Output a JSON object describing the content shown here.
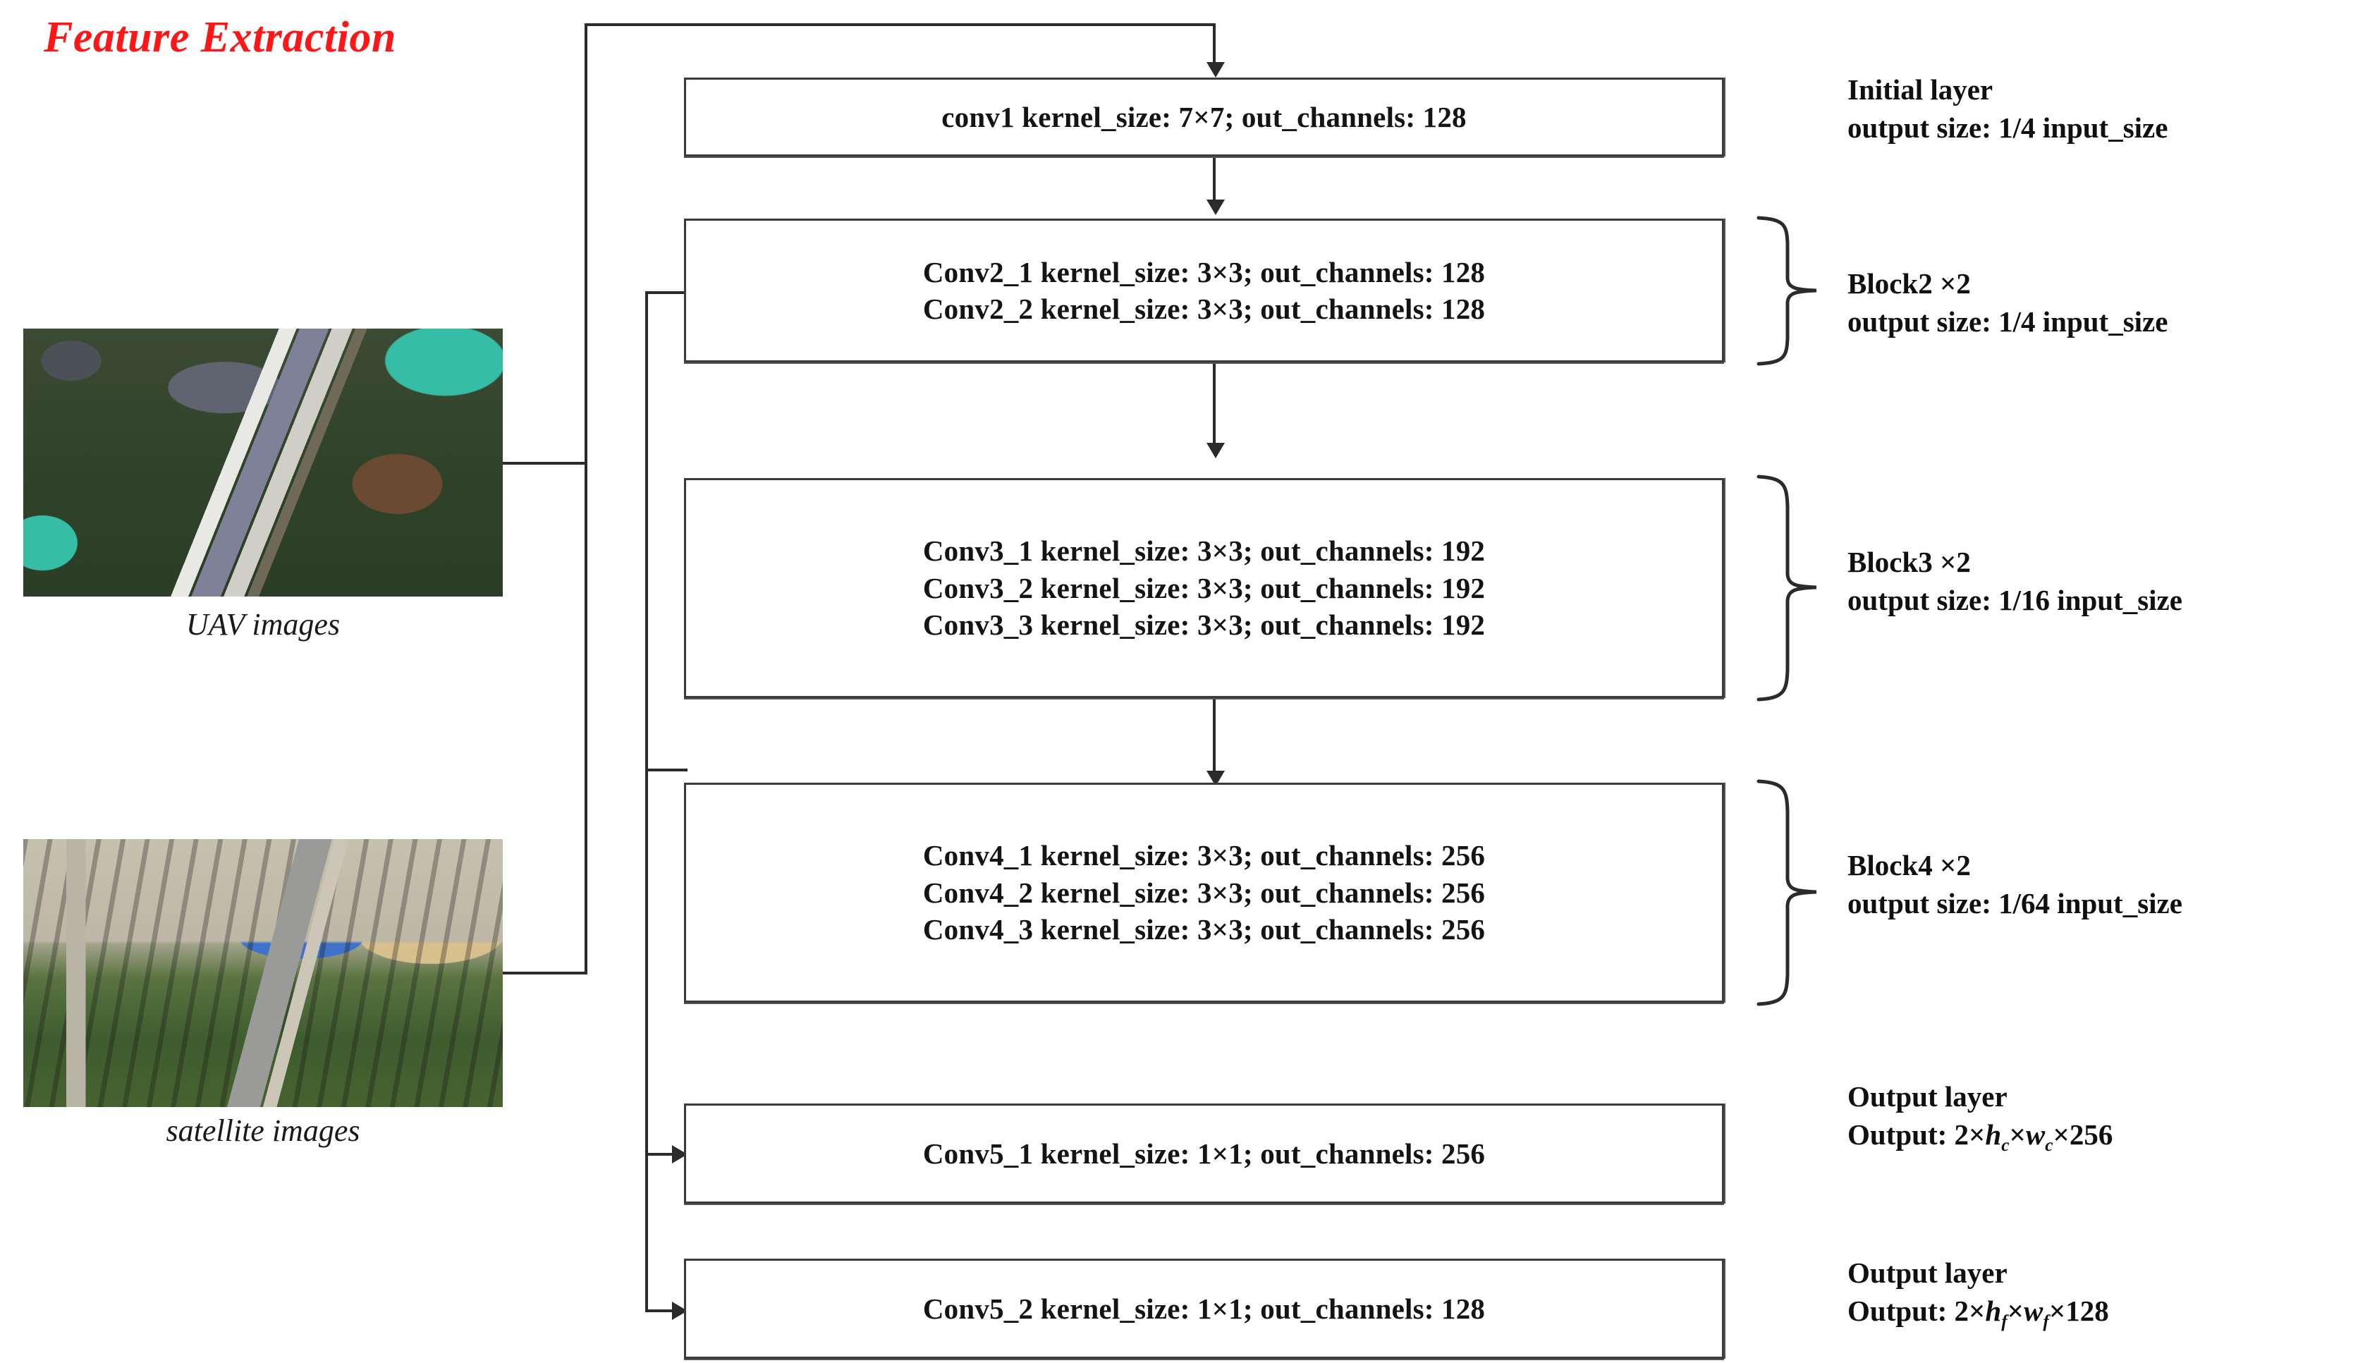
{
  "title": "Feature Extraction",
  "inputs": [
    {
      "caption": "UAV images",
      "name": "uav-image"
    },
    {
      "caption": "satellite images",
      "name": "satellite-image"
    }
  ],
  "boxes": [
    {
      "id": "conv1",
      "lines": [
        "conv1 kernel_size: 7×7; out_channels: 128"
      ]
    },
    {
      "id": "block2",
      "lines": [
        "Conv2_1 kernel_size: 3×3; out_channels: 128",
        "Conv2_2 kernel_size: 3×3; out_channels: 128"
      ]
    },
    {
      "id": "block3",
      "lines": [
        "Conv3_1 kernel_size: 3×3; out_channels: 192",
        "Conv3_2 kernel_size: 3×3; out_channels: 192",
        "Conv3_3 kernel_size: 3×3; out_channels: 192"
      ]
    },
    {
      "id": "block4",
      "lines": [
        "Conv4_1 kernel_size: 3×3; out_channels: 256",
        "Conv4_2 kernel_size: 3×3; out_channels: 256",
        "Conv4_3 kernel_size: 3×3; out_channels: 256"
      ]
    },
    {
      "id": "conv5_1",
      "lines": [
        "Conv5_1 kernel_size: 1×1; out_channels: 256"
      ]
    },
    {
      "id": "conv5_2",
      "lines": [
        "Conv5_2 kernel_size: 1×1; out_channels: 128"
      ]
    }
  ],
  "annotations": [
    {
      "id": "initial",
      "line1": "Initial layer",
      "line2": "output size: 1/4 input_size"
    },
    {
      "id": "block2",
      "line1": "Block2  ×2",
      "line2": "output size: 1/4 input_size"
    },
    {
      "id": "block3",
      "line1": "Block3  ×2",
      "line2": "output size: 1/16 input_size"
    },
    {
      "id": "block4",
      "line1": "Block4  ×2",
      "line2": "output size: 1/64 input_size"
    },
    {
      "id": "out1",
      "line1": "Output layer",
      "line2_prefix": "Output: 2×",
      "line2_h": "h",
      "line2_hsub": "c",
      "line2_mid": "×",
      "line2_w": "w",
      "line2_wsub": "c",
      "line2_suffix": "×256"
    },
    {
      "id": "out2",
      "line1": "Output layer",
      "line2_prefix": "Output: 2×",
      "line2_h": "h",
      "line2_hsub": "f",
      "line2_mid": "×",
      "line2_w": "w",
      "line2_wsub": "f",
      "line2_suffix": "×128"
    }
  ],
  "colors": {
    "title": "#ff1717",
    "stroke": "#2b2b2b",
    "box_border": "#3b3b3b",
    "text": "#141414"
  }
}
